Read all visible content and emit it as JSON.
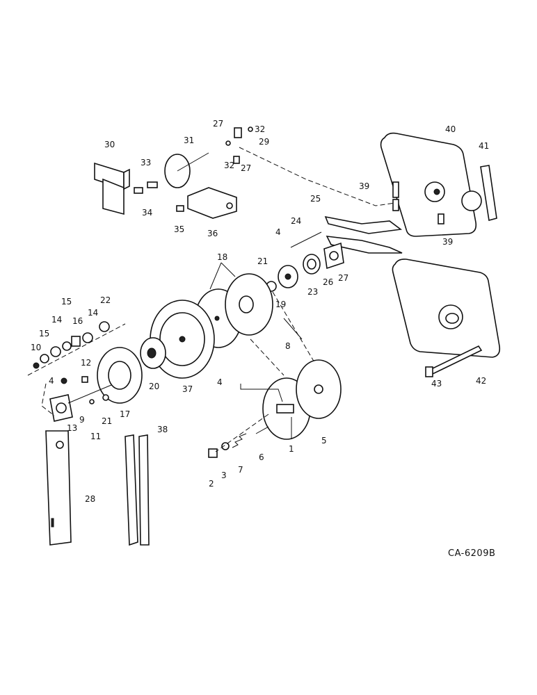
{
  "diagram": {
    "drawing_code": "CA-6209B",
    "callouts": [
      "1",
      "2",
      "3",
      "4",
      "5",
      "6",
      "7",
      "8",
      "9",
      "10",
      "11",
      "12",
      "13",
      "14",
      "15",
      "16",
      "17",
      "18",
      "19",
      "20",
      "21",
      "22",
      "23",
      "24",
      "25",
      "26",
      "27",
      "28",
      "29",
      "30",
      "31",
      "32",
      "33",
      "34",
      "35",
      "36",
      "37",
      "38",
      "39",
      "40",
      "41",
      "42",
      "43"
    ]
  }
}
